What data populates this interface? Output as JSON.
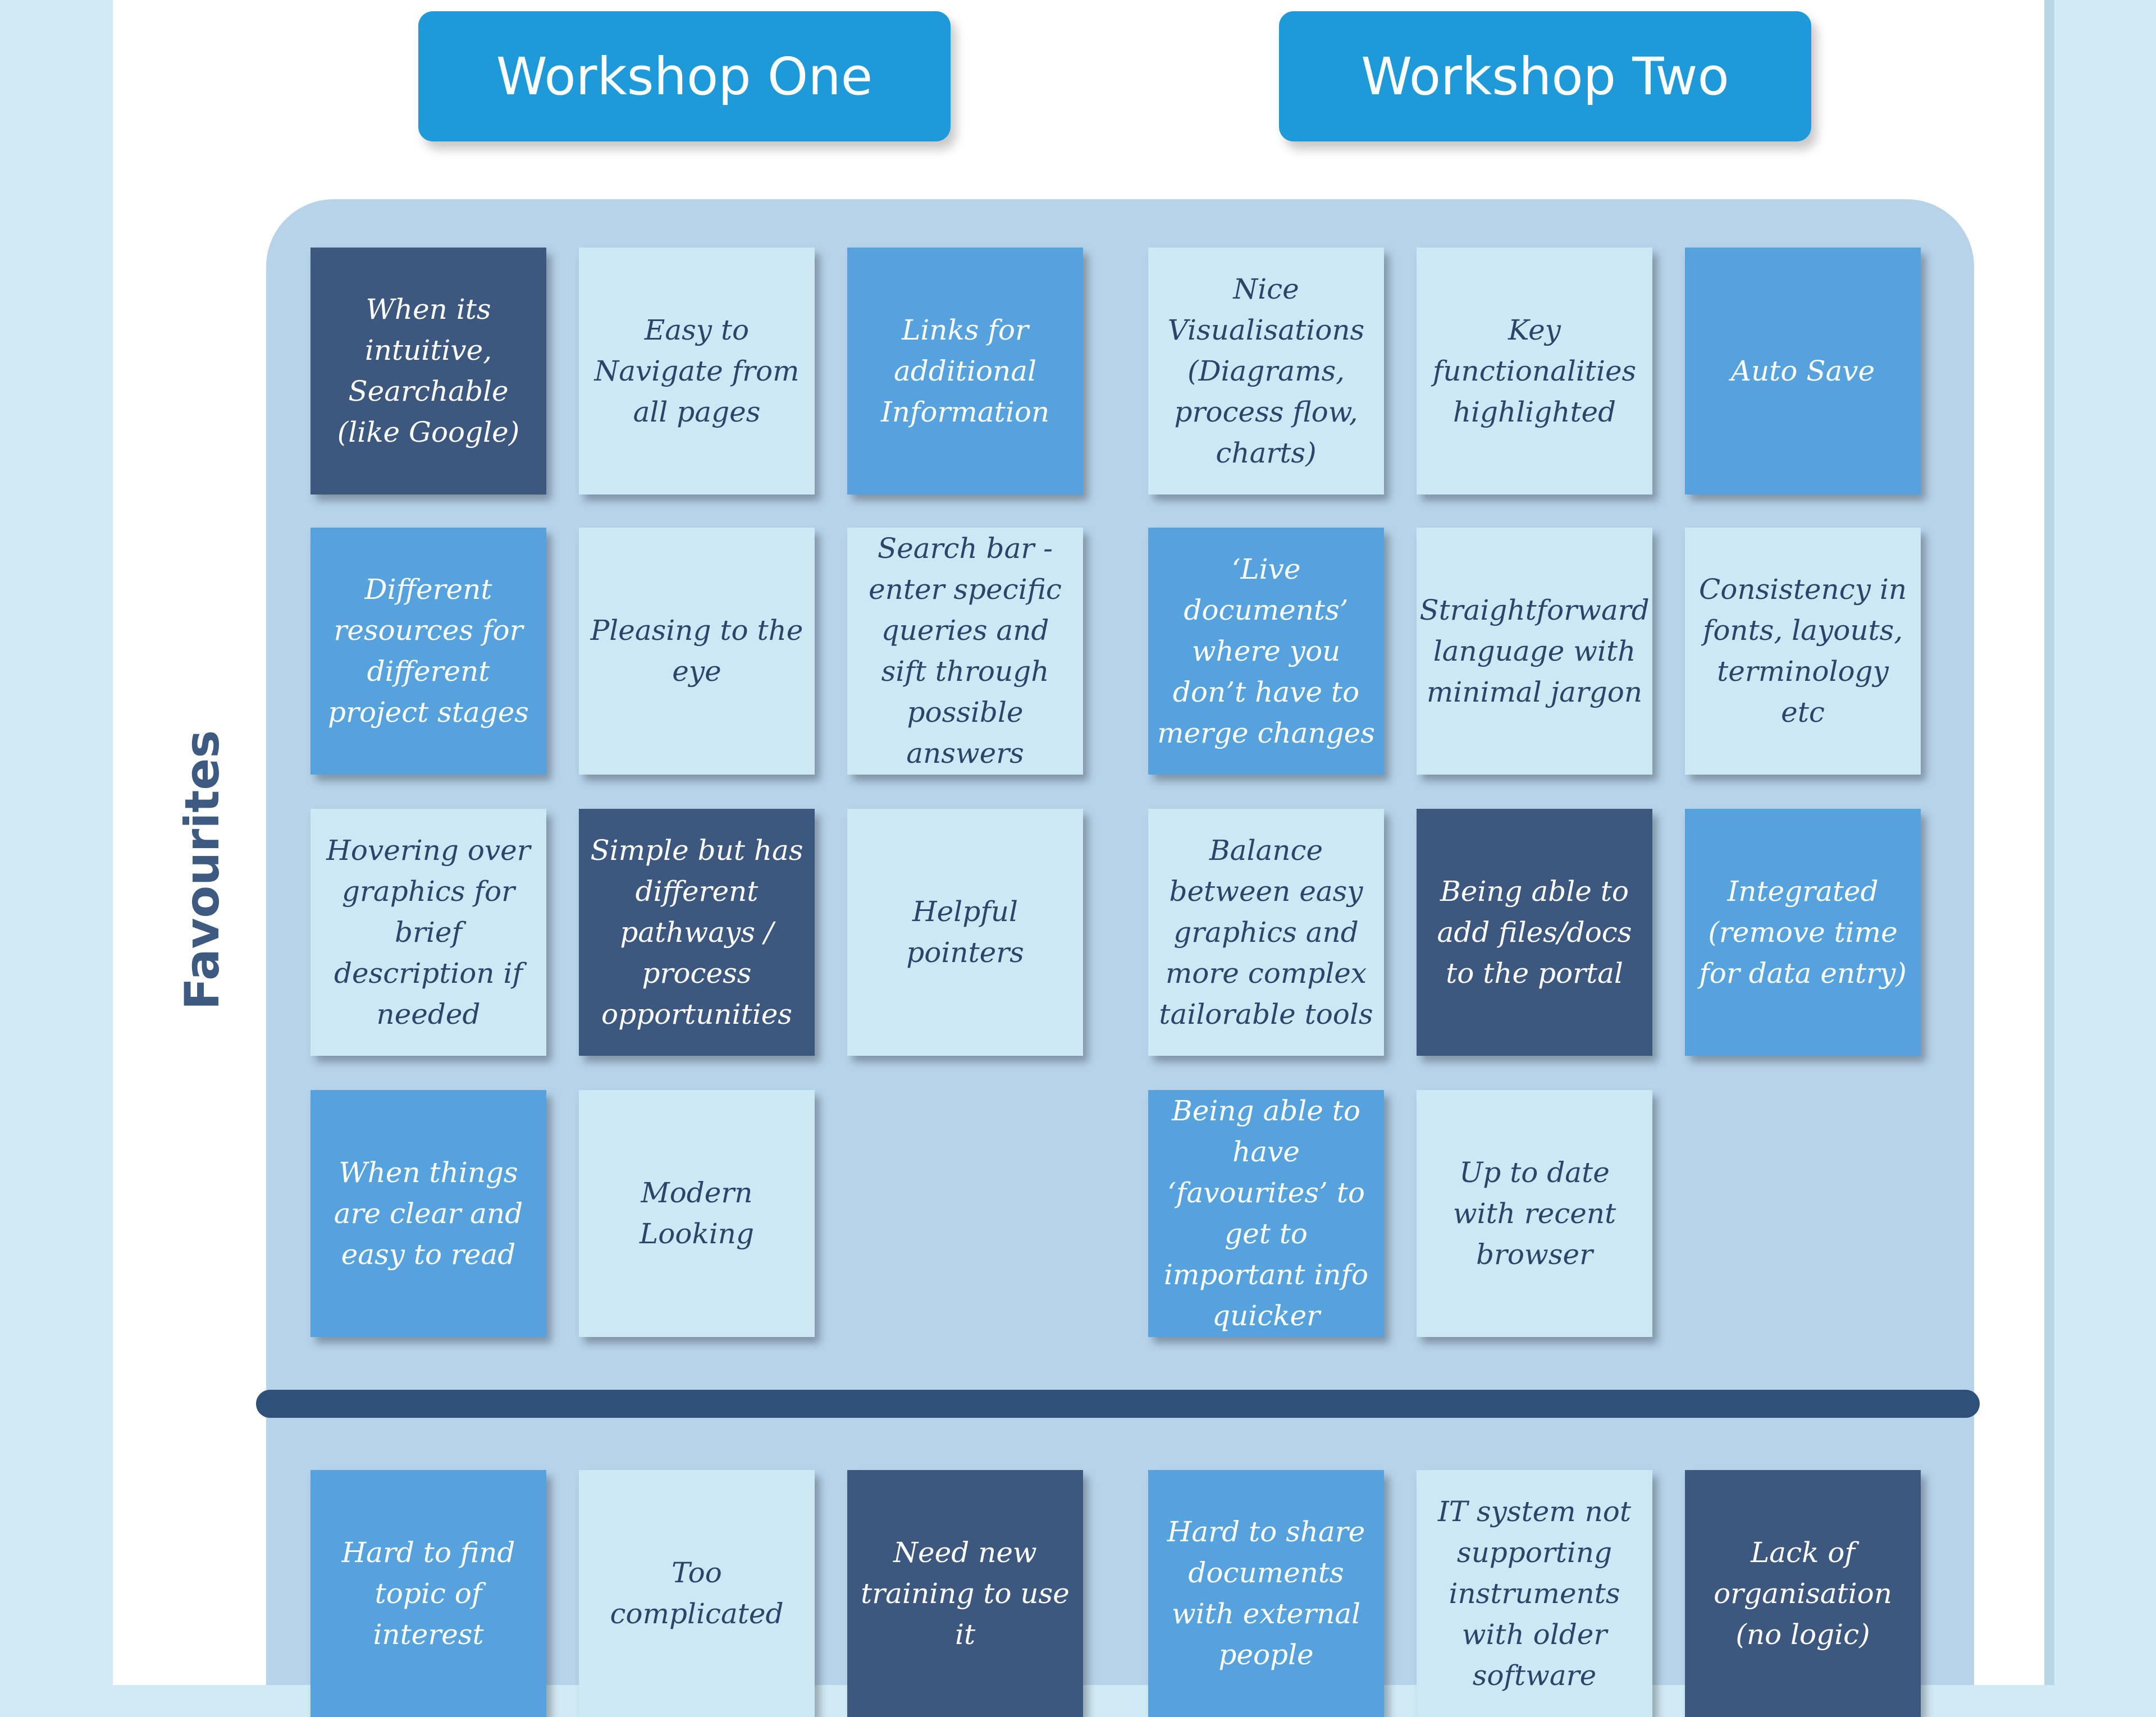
{
  "headers": [
    "Workshop One",
    "Workshop Two"
  ],
  "side_label": "Favourites",
  "colors": {
    "dark": "#3c587f",
    "mid": "#55a2dc",
    "light": "#cde8f5",
    "header": "#1e9ad8",
    "panel": "#b7d3ea"
  },
  "favourites": {
    "workshop_one": [
      [
        {
          "text": "When its intuitive, Searchable (like Google)",
          "color": "dark"
        },
        {
          "text": "Easy to Navigate from all pages",
          "color": "light"
        },
        {
          "text": "Links for additional Information",
          "color": "mid"
        }
      ],
      [
        {
          "text": "Different resources for different project stages",
          "color": "mid"
        },
        {
          "text": "Pleasing to the eye",
          "color": "light"
        },
        {
          "text": "Search bar - enter specific queries and sift through possible answers",
          "color": "light"
        }
      ],
      [
        {
          "text": "Hovering over graphics for brief description if needed",
          "color": "light"
        },
        {
          "text": "Simple but has different pathways / process opportunities",
          "color": "dark"
        },
        {
          "text": "Helpful pointers",
          "color": "light"
        }
      ],
      [
        {
          "text": "When things are clear and easy to read",
          "color": "mid"
        },
        {
          "text": "Modern Looking",
          "color": "light"
        }
      ]
    ],
    "workshop_two": [
      [
        {
          "text": "Nice Visualisations (Diagrams, process flow, charts)",
          "color": "light"
        },
        {
          "text": "Key functionalities highlighted",
          "color": "light"
        },
        {
          "text": "Auto Save",
          "color": "mid"
        }
      ],
      [
        {
          "text": "‘Live documents’ where you don’t have to merge changes",
          "color": "mid"
        },
        {
          "text": "Straightforward language with minimal jargon",
          "color": "light"
        },
        {
          "text": "Consistency in fonts, layouts, terminology etc",
          "color": "light"
        }
      ],
      [
        {
          "text": "Balance between easy graphics and more complex tailorable tools",
          "color": "light"
        },
        {
          "text": "Being able to add files/docs to the portal",
          "color": "dark"
        },
        {
          "text": "Integrated (remove time for data entry)",
          "color": "mid"
        }
      ],
      [
        {
          "text": "Being able to have ‘favourites’ to get to important info quicker",
          "color": "mid"
        },
        {
          "text": "Up to date with recent browser",
          "color": "light"
        }
      ]
    ]
  },
  "bottom": {
    "workshop_one": [
      {
        "text": "Hard to find topic of interest",
        "color": "mid"
      },
      {
        "text": "Too complicated",
        "color": "light"
      },
      {
        "text": "Need new training to use it",
        "color": "dark"
      }
    ],
    "workshop_two": [
      {
        "text": "Hard to share documents with external people",
        "color": "mid"
      },
      {
        "text": "IT system not supporting instruments with older software",
        "color": "light"
      },
      {
        "text": "Lack of organisation (no logic)",
        "color": "dark"
      }
    ]
  }
}
